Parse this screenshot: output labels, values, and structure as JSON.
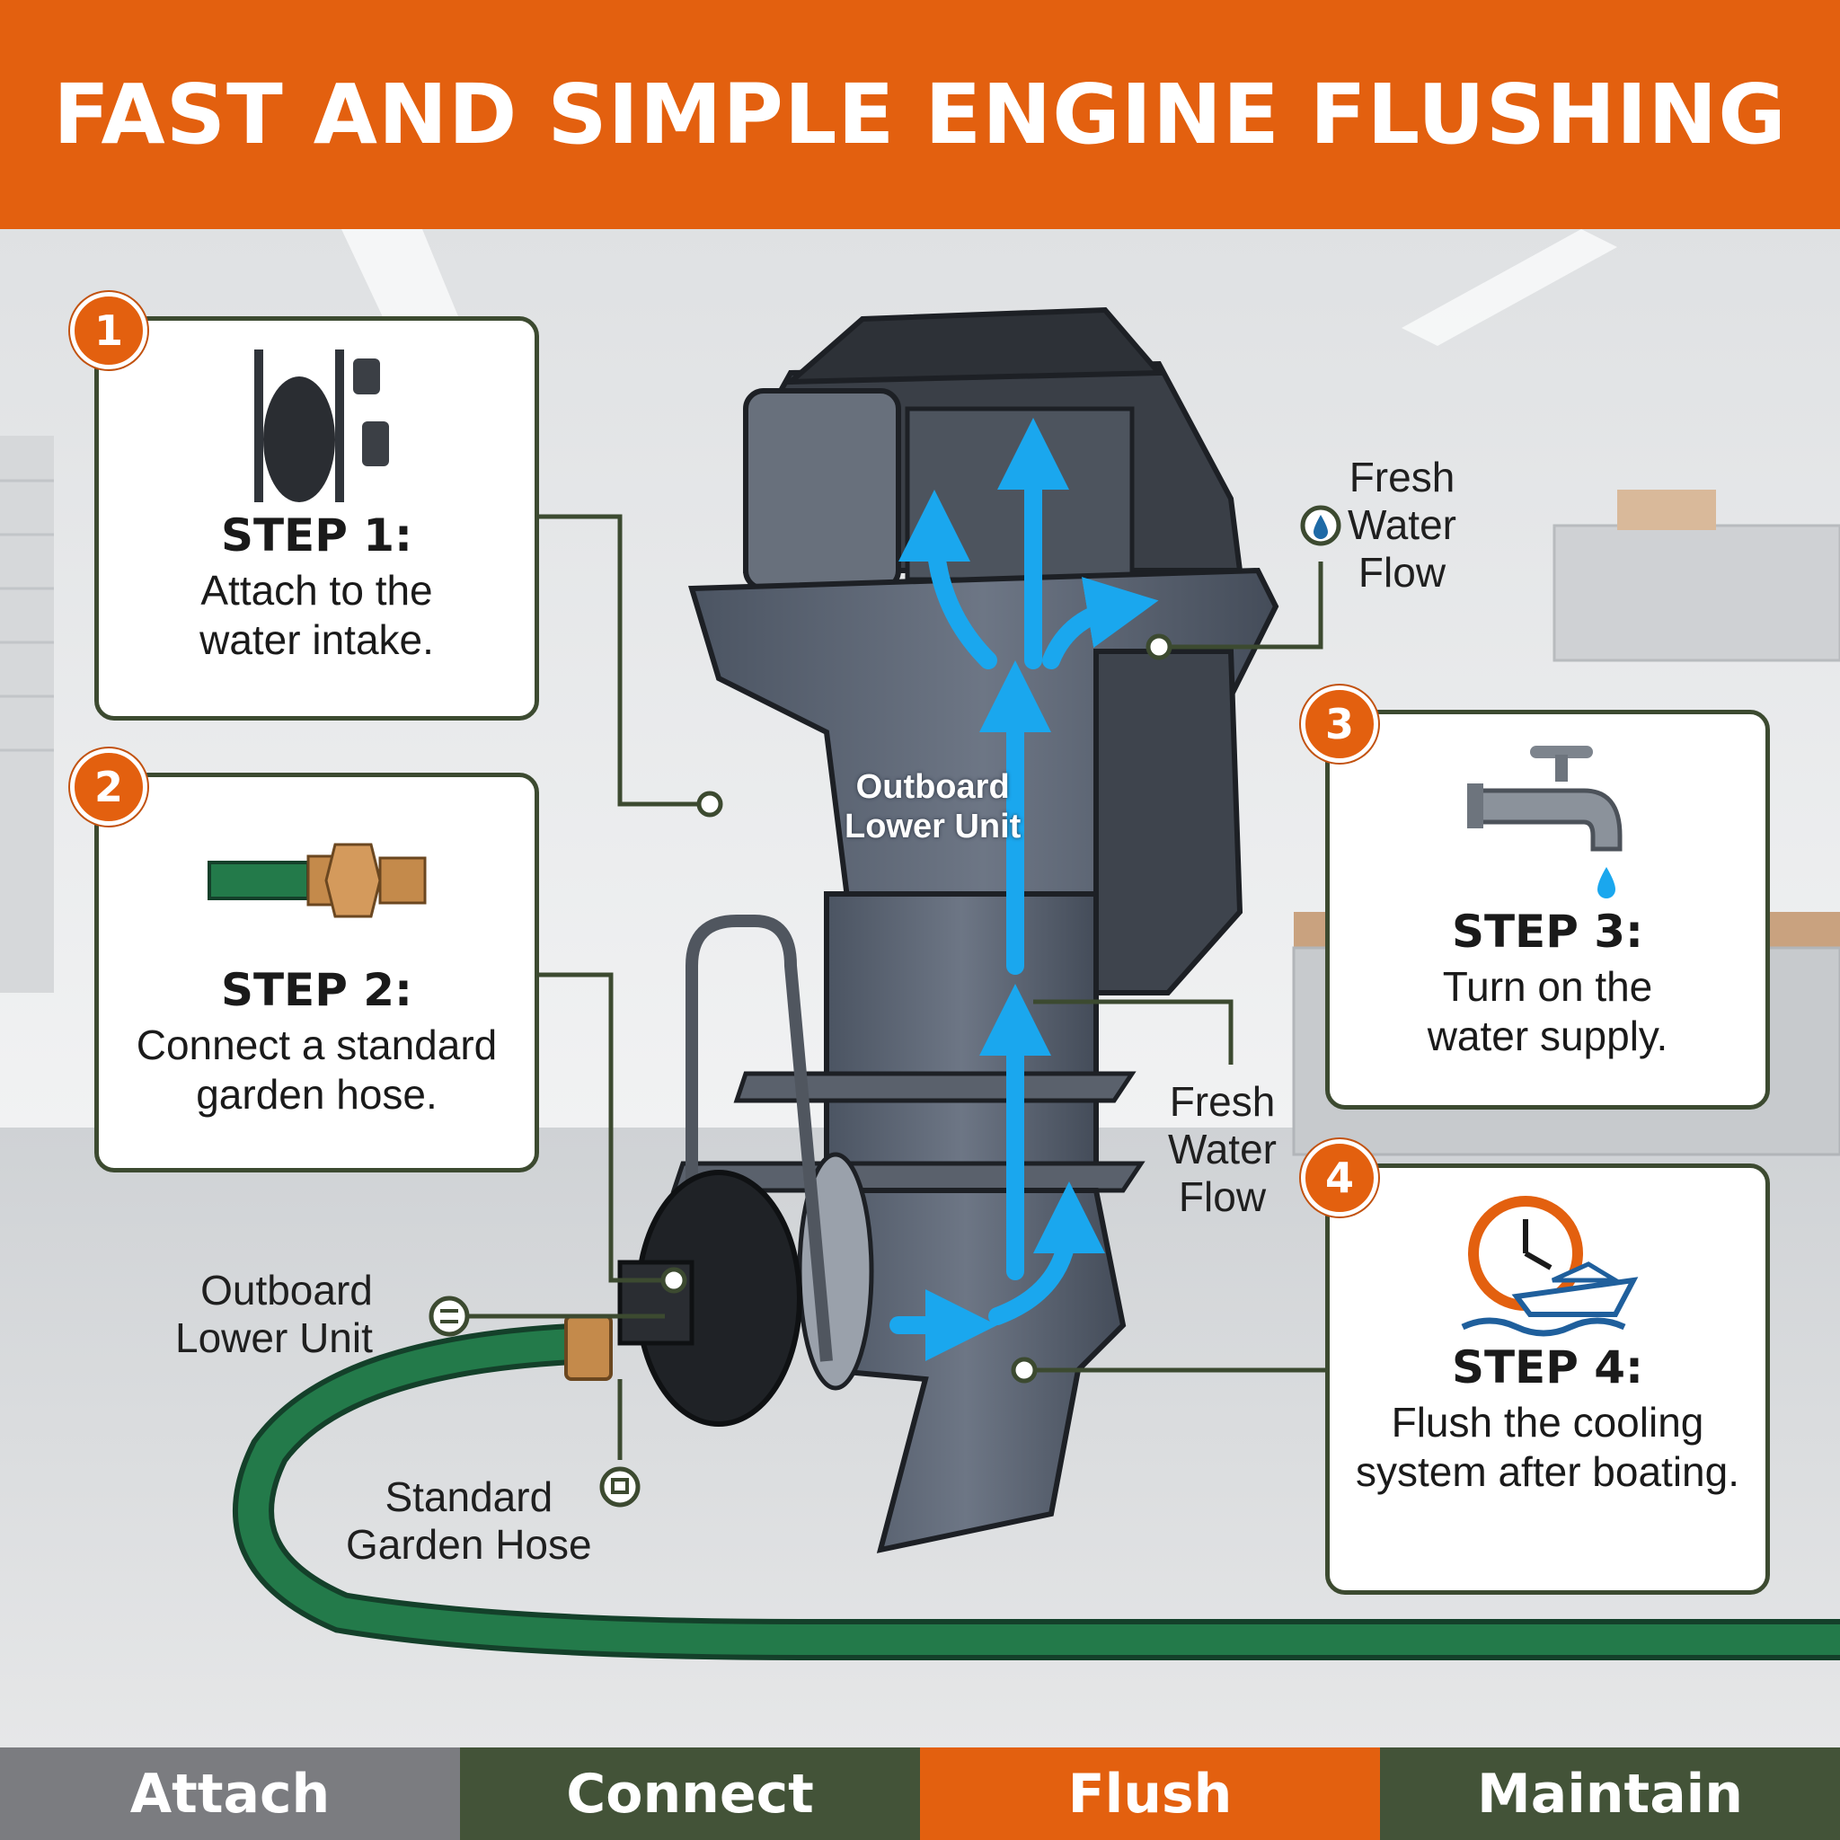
{
  "title": "FAST AND SIMPLE ENGINE FLUSHING",
  "steps": [
    {
      "number": "1",
      "title": "STEP 1:",
      "text_line1": "Attach to the",
      "text_line2": "water intake.",
      "icon": "flush-muffs-icon"
    },
    {
      "number": "2",
      "title": "STEP 2:",
      "text_line1": "Connect a standard",
      "text_line2": "garden hose.",
      "icon": "hose-connector-icon"
    },
    {
      "number": "3",
      "title": "STEP 3:",
      "text_line1": "Turn on the",
      "text_line2": "water supply.",
      "icon": "faucet-icon"
    },
    {
      "number": "4",
      "title": "STEP 4:",
      "text_line1": "Flush the cooling",
      "text_line2": "system after boating.",
      "icon": "clock-boat-icon"
    }
  ],
  "callouts": {
    "fresh_water_top": [
      "Fresh",
      "Water",
      "Flow"
    ],
    "fresh_water_mid": [
      "Fresh",
      "Water",
      "Flow"
    ],
    "lower_unit_center": [
      "Outboard",
      "Lower Unit"
    ],
    "lower_unit_left": [
      "Outboard",
      "Lower Unit"
    ],
    "garden_hose": [
      "Standard",
      "Garden Hose"
    ]
  },
  "bottom_tabs": [
    {
      "label": "Attach",
      "color": "#7b7c80"
    },
    {
      "label": "Connect",
      "color": "#435338"
    },
    {
      "label": "Flush",
      "color": "#e3600f"
    },
    {
      "label": "Maintain",
      "color": "#435338"
    }
  ],
  "colors": {
    "accent": "#e3600f",
    "frame": "#3c4a30",
    "water": "#1aa7ee",
    "hose": "#237a4a"
  }
}
